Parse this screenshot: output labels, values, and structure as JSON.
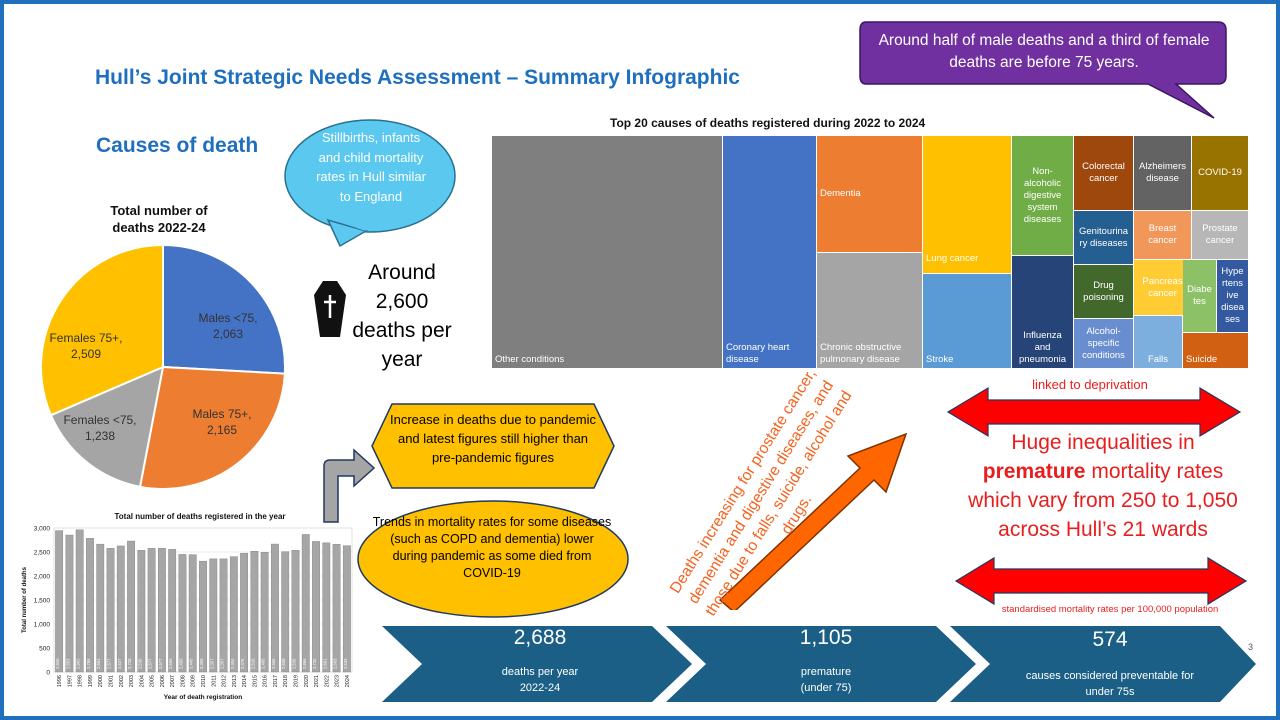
{
  "header": {
    "title": "Hull’s Joint Strategic Needs Assessment – Summary Infographic",
    "section": "Causes of death"
  },
  "colors": {
    "brand_blue": "#1f6fbf",
    "purple": "#7030a0",
    "light_blue": "#5bc8f0",
    "yellow": "#ffc000",
    "orange": "#ed7d31",
    "red": "#ff0000",
    "navy": "#1b5f86"
  },
  "callouts": {
    "purple": "Around half of male deaths and a third of female deaths are before 75 years.",
    "stillbirths": "Stillbirths, infants and child mortality rates in Hull similar to England",
    "deaths_per_year": "Around 2,600 deaths per year",
    "coffin_icon": "coffin-cross-icon",
    "pandemic": "Increase in deaths due to pandemic and latest figures still higher than pre-pandemic figures",
    "trends": "Trends in mortality rates for some diseases (such as COPD and dementia) lower during pandemic as some died from COVID-19",
    "increasing": "Deaths increasing for prostate cancer, dementia and digestive diseases, and those due to falls, suicide, alcohol and drugs.",
    "deprivation": "linked to deprivation",
    "inequality_pre": "Huge inequalities in",
    "inequality_bold": "premature",
    "inequality_post": "mortality rates which vary from 250 to 1,050 across Hull’s 21 wards",
    "standardised": "standardised mortality rates per 100,000 population"
  },
  "banner": [
    {
      "number": "2,688",
      "line1": "deaths per year",
      "line2": "2022-24"
    },
    {
      "number": "1,105",
      "line1": "premature",
      "line2": "(under 75)"
    },
    {
      "number": "574",
      "line1": "causes considered preventable for",
      "line2": "under 75s"
    }
  ],
  "page_number": "3",
  "chart_data": [
    {
      "type": "pie",
      "title": "Total number of deaths 2022-24",
      "labels": [
        "Males <75,",
        "Males 75+,",
        "Females <75,",
        "Females 75+,"
      ],
      "value_labels": [
        "2,063",
        "2,165",
        "1,238",
        "2,509"
      ],
      "values": [
        2063,
        2165,
        1238,
        2509
      ],
      "colors": [
        "#4472c4",
        "#ed7d31",
        "#a5a5a5",
        "#ffc000"
      ]
    },
    {
      "type": "bar",
      "title": "Total number of deaths registered in the year",
      "xlabel": "Year of death registration",
      "ylabel": "Total number of deaths",
      "ylim": [
        0,
        3000
      ],
      "yticks": [
        "0",
        "500",
        "1,000",
        "1,500",
        "2,000",
        "2,500",
        "3,000"
      ],
      "categories": [
        "1996",
        "1997",
        "1998",
        "1999",
        "2000",
        "2001",
        "2002",
        "2003",
        "2004",
        "2005",
        "2006",
        "2007",
        "2008",
        "2009",
        "2010",
        "2011",
        "2012",
        "2013",
        "2014",
        "2015",
        "2016",
        "2017",
        "2018",
        "2019",
        "2020",
        "2021",
        "2022",
        "2023",
        "2024"
      ],
      "values": [
        2946,
        2853,
        2962,
        2785,
        2664,
        2577,
        2627,
        2728,
        2536,
        2577,
        2577,
        2555,
        2450,
        2445,
        2309,
        2357,
        2357,
        2404,
        2476,
        2516,
        2495,
        2666,
        2508,
        2536,
        2866,
        2720,
        2691,
        2663,
        2633
      ],
      "value_labels": [
        "2,946",
        "2,853",
        "2,962",
        "2,785",
        "2,664",
        "2,577",
        "2,627",
        "2,728",
        "2,536",
        "2,577",
        "2,577",
        "2,555",
        "2,450",
        "2,445",
        "2,309",
        "2,357",
        "2,357",
        "2,404",
        "2,476",
        "2,516",
        "2,495",
        "2,666",
        "2,508",
        "2,536",
        "2,866",
        "2,720",
        "2,691",
        "2,663",
        "2,633"
      ]
    },
    {
      "type": "treemap",
      "title": "Top 20 causes of deaths registered during 2022 to 2024",
      "tiles": [
        {
          "label": "Other conditions",
          "color": "#7f7f7f"
        },
        {
          "label": "Coronary heart disease",
          "color": "#4472c4"
        },
        {
          "label": "Dementia",
          "color": "#ed7d31"
        },
        {
          "label": "Chronic obstructive pulmonary disease",
          "color": "#a5a5a5"
        },
        {
          "label": "Lung cancer",
          "color": "#ffc000"
        },
        {
          "label": "Stroke",
          "color": "#5b9bd5"
        },
        {
          "label": "Non-alcoholic digestive system diseases",
          "color": "#70ad47"
        },
        {
          "label": "Influenza and pneumonia",
          "color": "#264478"
        },
        {
          "label": "Colorectal cancer",
          "color": "#9e480e"
        },
        {
          "label": "Genitourinary diseases",
          "color": "#255e91"
        },
        {
          "label": "Drug poisoning",
          "color": "#43682b"
        },
        {
          "label": "Alcohol-specific conditions",
          "color": "#698ed0"
        },
        {
          "label": "Alzheimers disease",
          "color": "#636363"
        },
        {
          "label": "Breast cancer",
          "color": "#f1975a"
        },
        {
          "label": "Pancreas cancer",
          "color": "#ffcd33"
        },
        {
          "label": "Falls",
          "color": "#7cafdd"
        },
        {
          "label": "COVID-19",
          "color": "#997300"
        },
        {
          "label": "Prostate cancer",
          "color": "#b7b7b7"
        },
        {
          "label": "Diabetes",
          "color": "#8cc168"
        },
        {
          "label": "Hypertensive diseases",
          "color": "#335aa1"
        },
        {
          "label": "Suicide",
          "color": "#d26012"
        }
      ]
    }
  ]
}
